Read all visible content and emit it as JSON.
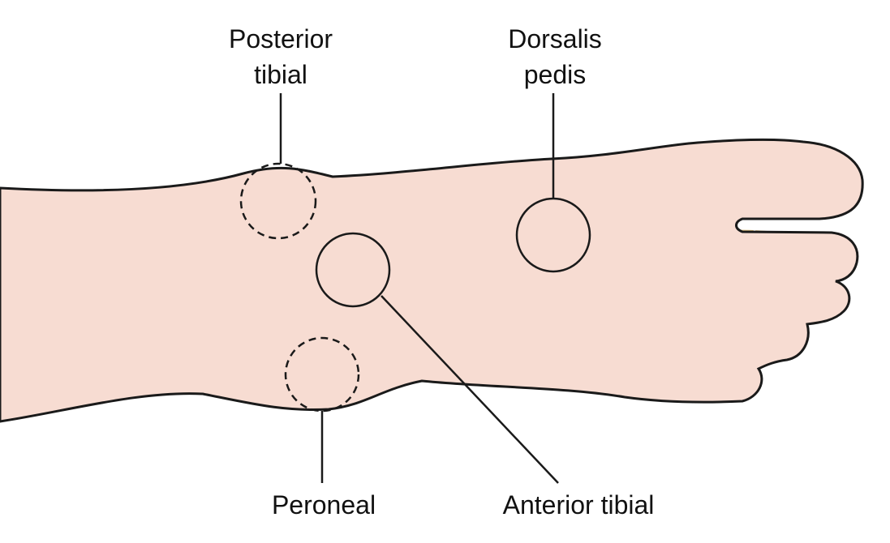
{
  "colors": {
    "skin": "#f7dcd2",
    "bone": "#d8b978",
    "bone_line": "#ffffff",
    "outline": "#1a1a1a",
    "vein": "#ff7a00",
    "artery": "#e3483a",
    "artery_edge": "#b8261c"
  },
  "labels": {
    "posterior_tibial": {
      "line1": "Posterior",
      "line2": "tibial"
    },
    "dorsalis_pedis": {
      "line1": "Dorsalis",
      "line2": "pedis"
    },
    "peroneal": "Peroneal",
    "anterior_tibial": "Anterior tibial"
  }
}
